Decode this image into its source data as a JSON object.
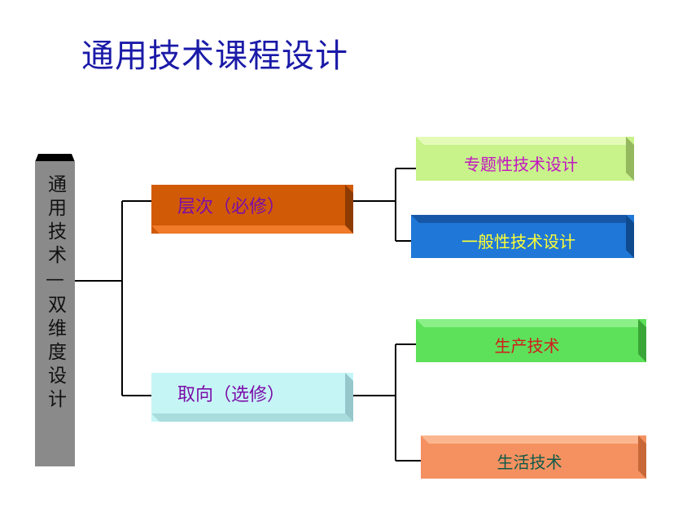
{
  "title": "通用技术课程设计",
  "root": {
    "label": "通用技术—双维度设计"
  },
  "levels": {
    "label": "层次（必修）",
    "color": "#d15a06",
    "text_color": "#7b0da8",
    "children": [
      {
        "label": "专题性技术设计",
        "color": "#c8f28a",
        "text_color": "#c214c2"
      },
      {
        "label": "一般性技术设计",
        "color": "#1f78d8",
        "text_color": "#ffff33"
      }
    ]
  },
  "orientation": {
    "label": "取向（选修）",
    "color": "#c6f5f6",
    "text_color": "#7b0da8",
    "children": [
      {
        "label": "生产技术",
        "color": "#5de05a",
        "text_color": "#d11b1b"
      },
      {
        "label": "生活技术",
        "color": "#f59060",
        "text_color": "#0d5a48"
      }
    ]
  }
}
